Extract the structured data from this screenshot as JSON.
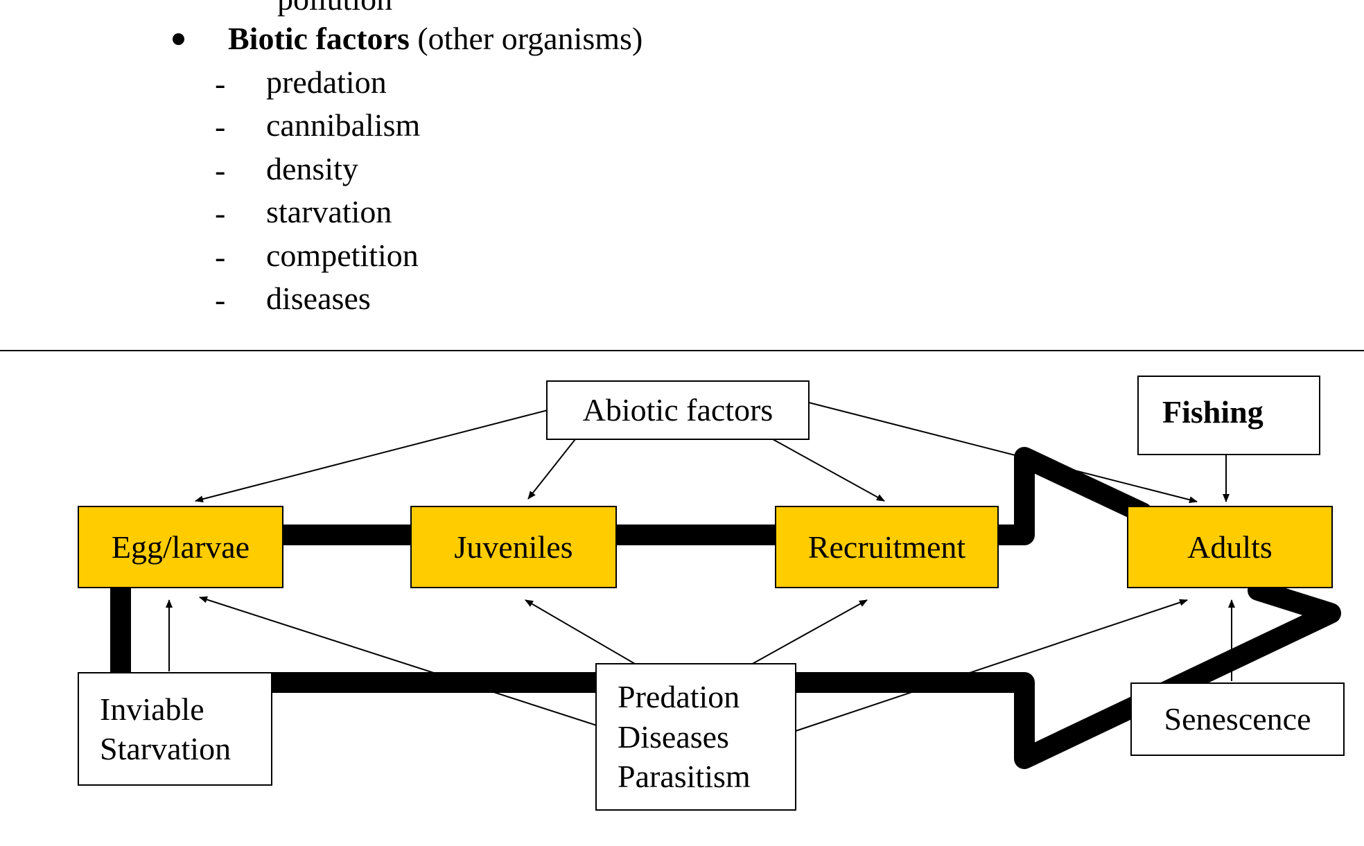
{
  "top_fragment": "pollution",
  "biotic": {
    "heading": "Biotic factors",
    "note": "(other organisms)",
    "dash": "-",
    "items": [
      "predation",
      "cannibalism",
      "density",
      "starvation",
      "competition",
      "diseases"
    ]
  },
  "diagram": {
    "abiotic": "Abiotic factors",
    "fishing": "Fishing",
    "stages": [
      "Egg/larvae",
      "Juveniles",
      "Recruitment",
      "Adults"
    ],
    "mortality_left": [
      "Inviable",
      "Starvation"
    ],
    "mortality_center": [
      "Predation",
      "Diseases",
      "Parasitism"
    ],
    "senescence": "Senescence",
    "colors": {
      "stage_fill": "#ffcc00",
      "line": "#000000",
      "box_fill": "#ffffff"
    }
  }
}
